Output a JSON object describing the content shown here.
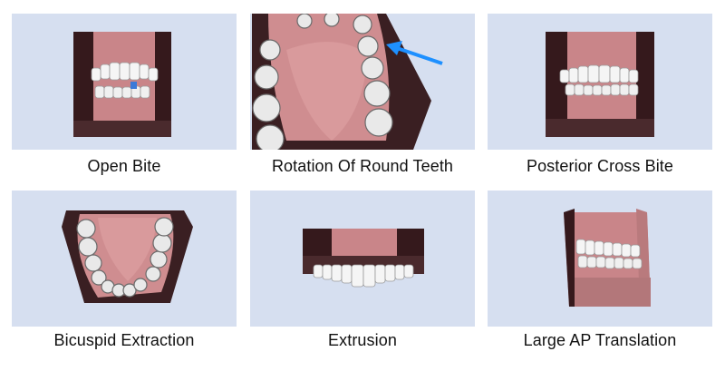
{
  "tiles": [
    {
      "caption": "Open Bite",
      "image_icon": "open-bite-teeth-model-icon"
    },
    {
      "caption": "Rotation Of Round Teeth",
      "image_icon": "upper-arch-occlusal-view-icon"
    },
    {
      "caption": "Posterior Cross Bite",
      "image_icon": "posterior-cross-bite-teeth-model-icon"
    },
    {
      "caption": "Bicuspid Extraction",
      "image_icon": "lower-arch-occlusal-view-icon"
    },
    {
      "caption": "Extrusion",
      "image_icon": "upper-teeth-frontal-view-icon"
    },
    {
      "caption": "Large AP Translation",
      "image_icon": "side-view-teeth-model-icon"
    }
  ],
  "colors": {
    "thumb_bg": "#d6dff0",
    "gum": "#d98f92",
    "gum_dark": "#3a1f22",
    "tooth": "#f4f4f4",
    "arrow": "#1e90ff"
  }
}
